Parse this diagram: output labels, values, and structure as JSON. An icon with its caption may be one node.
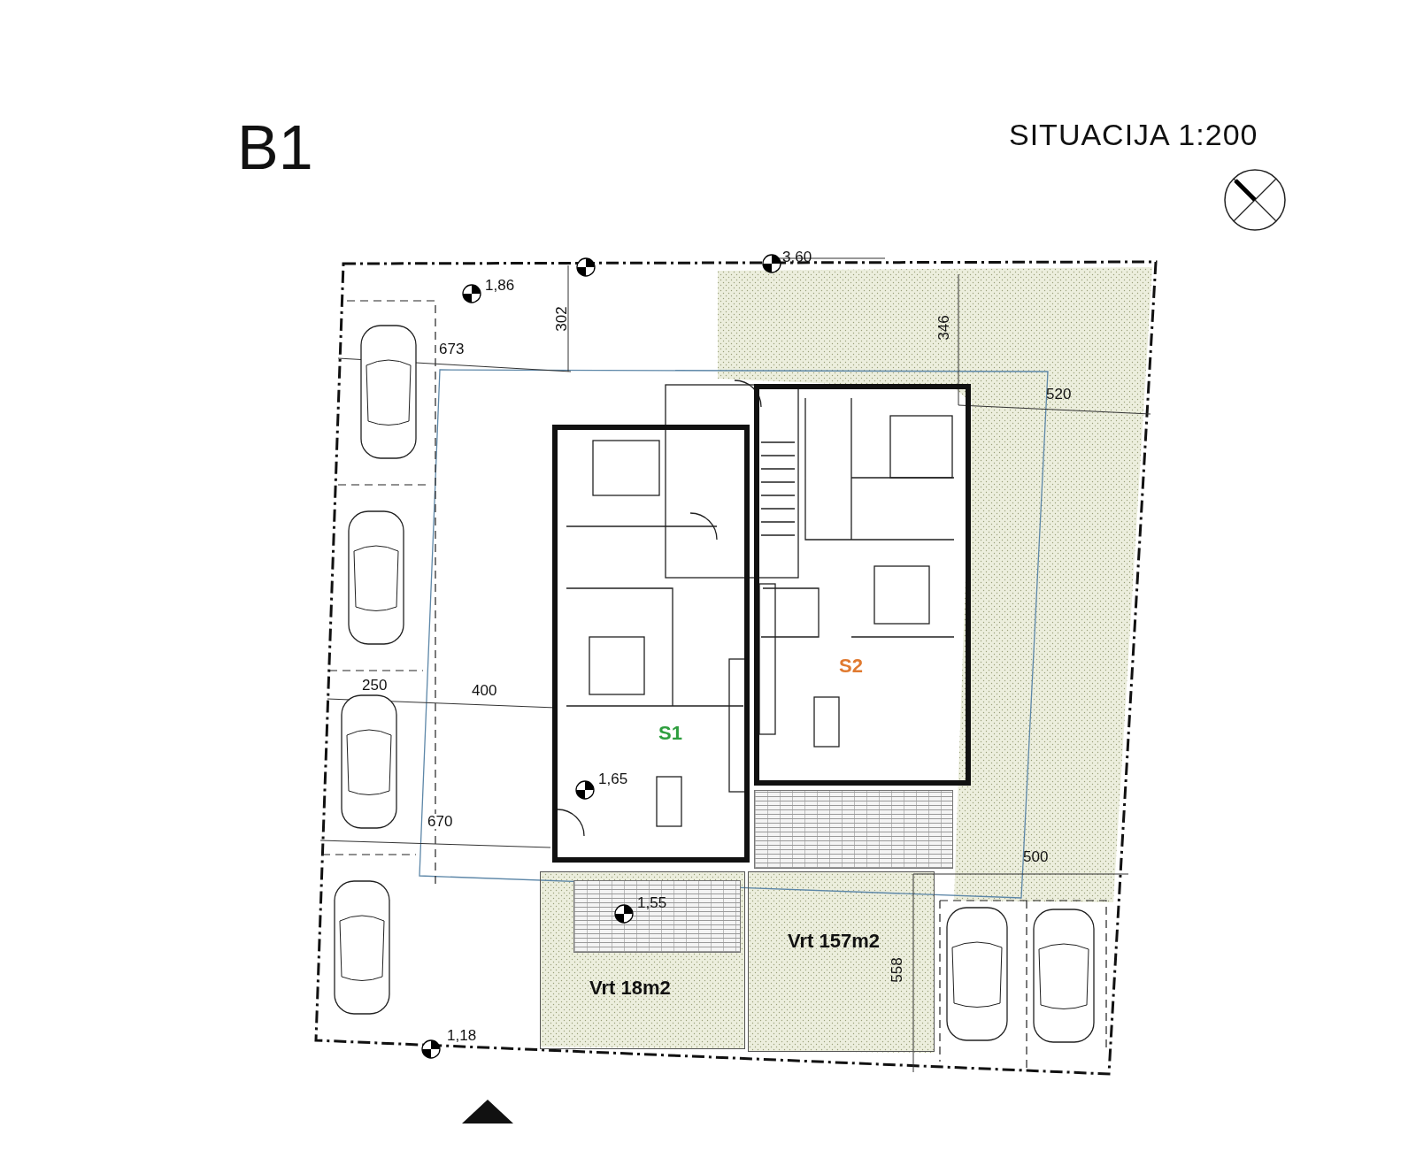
{
  "diagram": {
    "title": "B1",
    "nodes": [
      {
        "text": [
          "S1"
        ]
      },
      {
        "text": [
          "S2"
        ]
      },
      {
        "text": [
          "Vrt 18m2"
        ]
      },
      {
        "text": [
          "Vrt 157m2"
        ]
      },
      {
        "text": [],
        "shape": "box",
        "in": 2
      },
      {
        "text": [],
        "shape": "box"
      }
    ],
    "labels": [
      "SITUACIJA 1:200",
      "3,60",
      "1,86",
      "302",
      "346",
      "673",
      "520",
      "250",
      "400",
      "1,65",
      "670",
      "500",
      "1,55",
      "558",
      "1,18"
    ]
  }
}
